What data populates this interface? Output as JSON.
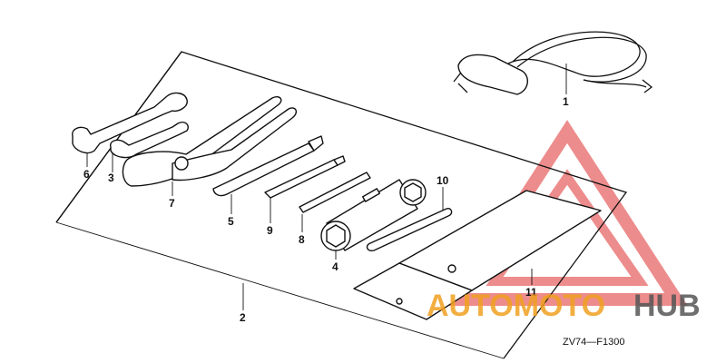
{
  "diagram_code": "ZV74—F1300",
  "callouts": [
    "1",
    "2",
    "3",
    "4",
    "5",
    "6",
    "7",
    "8",
    "9",
    "10",
    "11"
  ],
  "watermark": {
    "text_a": "AUTOMOTO",
    "text_b": "HUB",
    "color_a": "#f0a020",
    "color_b": "#555555",
    "triangle_color": "#e03030"
  }
}
